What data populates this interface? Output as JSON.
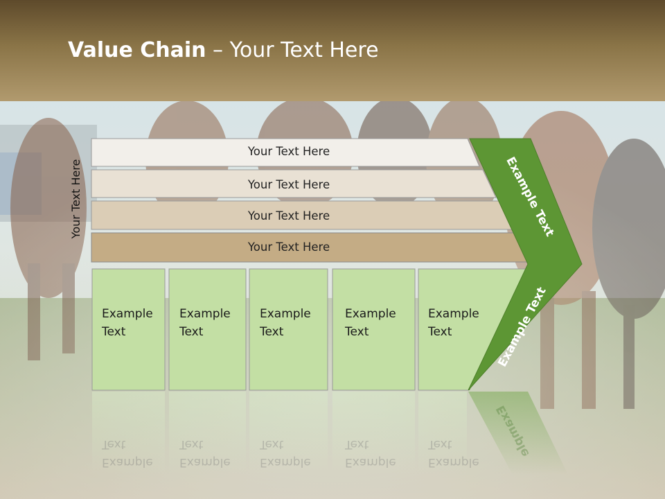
{
  "title": {
    "bold": "Value Chain",
    "rest": " – Your Text Here"
  },
  "side_label": "Your Text Here",
  "bars": [
    {
      "label": "Your Text Here"
    },
    {
      "label": "Your Text Here"
    },
    {
      "label": "Your Text Here"
    },
    {
      "label": "Your Text Here"
    }
  ],
  "cells": [
    {
      "line1": "Example",
      "line2": "Text"
    },
    {
      "line1": "Example",
      "line2": "Text"
    },
    {
      "line1": "Example",
      "line2": "Text"
    },
    {
      "line1": "Example",
      "line2": "Text"
    },
    {
      "line1": "Example",
      "line2": "Text"
    }
  ],
  "chevron": {
    "upper": "Example Text",
    "lower": "Example Text"
  },
  "reflection": {
    "cells": [
      {
        "line1": "Example",
        "line2": "Text"
      },
      {
        "line1": "Example",
        "line2": "Text"
      },
      {
        "line1": "Example",
        "line2": "Text"
      },
      {
        "line1": "Example",
        "line2": "Text"
      },
      {
        "line1": "Example",
        "line2": "Text"
      }
    ],
    "chevron": "Example"
  },
  "colors": {
    "header_top": "#5e4a2b",
    "header_bottom": "#b19a6e",
    "bar1": "#f2efea",
    "bar2": "#e9e1d4",
    "bar3": "#dbcdb6",
    "bar4": "#c4ac85",
    "cell": "#c3dfa4",
    "chevron": "#5d9634"
  }
}
